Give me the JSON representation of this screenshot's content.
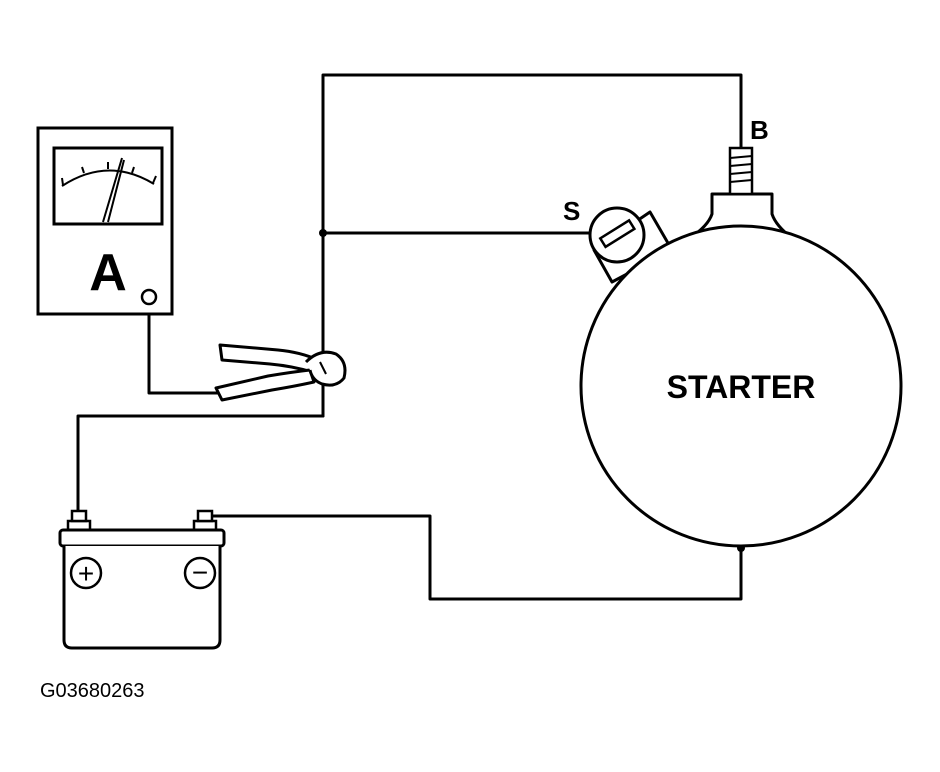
{
  "figure_id": "G03680263",
  "labels": {
    "ammeter": "A",
    "battery_terminal_label": "B",
    "solenoid_terminal_label": "S",
    "starter": "STARTER"
  },
  "symbols": {
    "positive": "+",
    "negative": "−"
  },
  "colors": {
    "ink": "#000000",
    "background": "#ffffff"
  }
}
